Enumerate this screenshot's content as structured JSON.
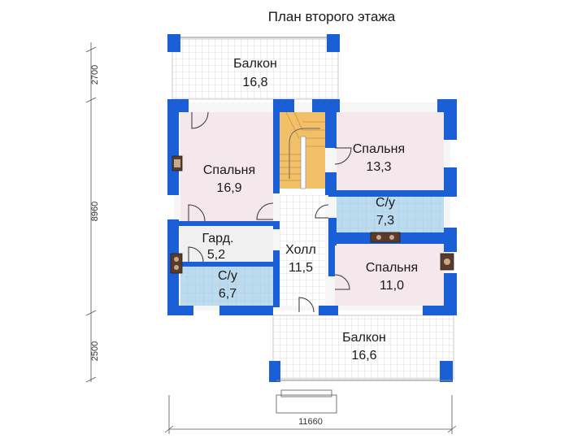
{
  "title": "План второго этажа",
  "rooms": [
    {
      "id": "balcony-top",
      "name": "Балкон",
      "area": "16,8"
    },
    {
      "id": "bedroom-left",
      "name": "Спальня",
      "area": "16,9"
    },
    {
      "id": "bedroom-top-right",
      "name": "Спальня",
      "area": "13,3"
    },
    {
      "id": "bath-right",
      "name": "С/у",
      "area": "7,3"
    },
    {
      "id": "wardrobe",
      "name": "Гард.",
      "area": "5,2"
    },
    {
      "id": "hall",
      "name": "Холл",
      "area": "11,5"
    },
    {
      "id": "bedroom-bottom-right",
      "name": "Спальня",
      "area": "11,0"
    },
    {
      "id": "bath-left",
      "name": "С/у",
      "area": "6,7"
    },
    {
      "id": "balcony-bottom",
      "name": "Балкон",
      "area": "16,6"
    }
  ],
  "dimensions": {
    "top_balcony_depth": "2700",
    "house_depth": "8960",
    "bottom_balcony_depth": "2500",
    "total_width": "11660"
  },
  "colors": {
    "wall": "#1a5fd6",
    "bedroom_fill": "#f4e8ec",
    "bath_fill": "#bcdbee",
    "stair_fill": "#f3c06a",
    "grid_line": "#bcbcbc",
    "dim_line": "#555555"
  }
}
